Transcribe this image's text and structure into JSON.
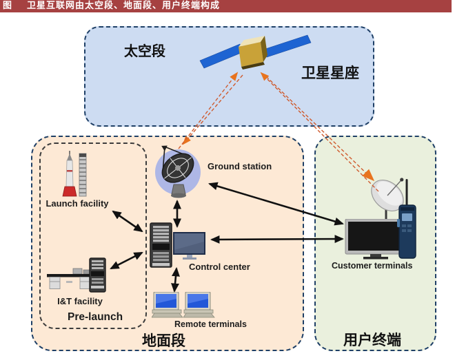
{
  "figure": {
    "tag": "图",
    "title": "卫星互联网由太空段、地面段、用户终端构成"
  },
  "space_segment": {
    "label": "太空段",
    "constellation_label": "卫星星座"
  },
  "ground_segment": {
    "label": "地面段",
    "prelaunch_label": "Pre-launch",
    "launch_facility_label": "Launch facility",
    "it_facility_label": "I&T facility",
    "ground_station_label": "Ground station",
    "control_center_label": "Control center",
    "remote_terminals_label": "Remote terminals"
  },
  "user_segment": {
    "label": "用户终端",
    "customer_terminals_label": "Customer terminals"
  },
  "links": {
    "satellite_ground_station": "bidirectional dashed orange",
    "satellite_customer_terminals": "bidirectional dashed orange",
    "launch_facility_control_center": "bidirectional black",
    "it_facility_control_center": "bidirectional black",
    "ground_station_control_center": "bidirectional black",
    "control_center_remote_terminals": "bidirectional black",
    "ground_station_customer_terminals": "bidirectional black",
    "control_center_customer_terminals": "bidirectional black"
  },
  "colors": {
    "title_bar_bg": "#a64141",
    "title_text": "#ffffff",
    "space_fill": "#cddcf2",
    "ground_fill": "#fde9d5",
    "user_fill": "#eaf0dd",
    "box_border": "#1e3f66",
    "inner_border": "#3c3c3c",
    "link_orange": "#e8731e",
    "link_orange_line": "#cf5b2e",
    "link_black": "#111111",
    "label_color": "#1c1c1c"
  }
}
